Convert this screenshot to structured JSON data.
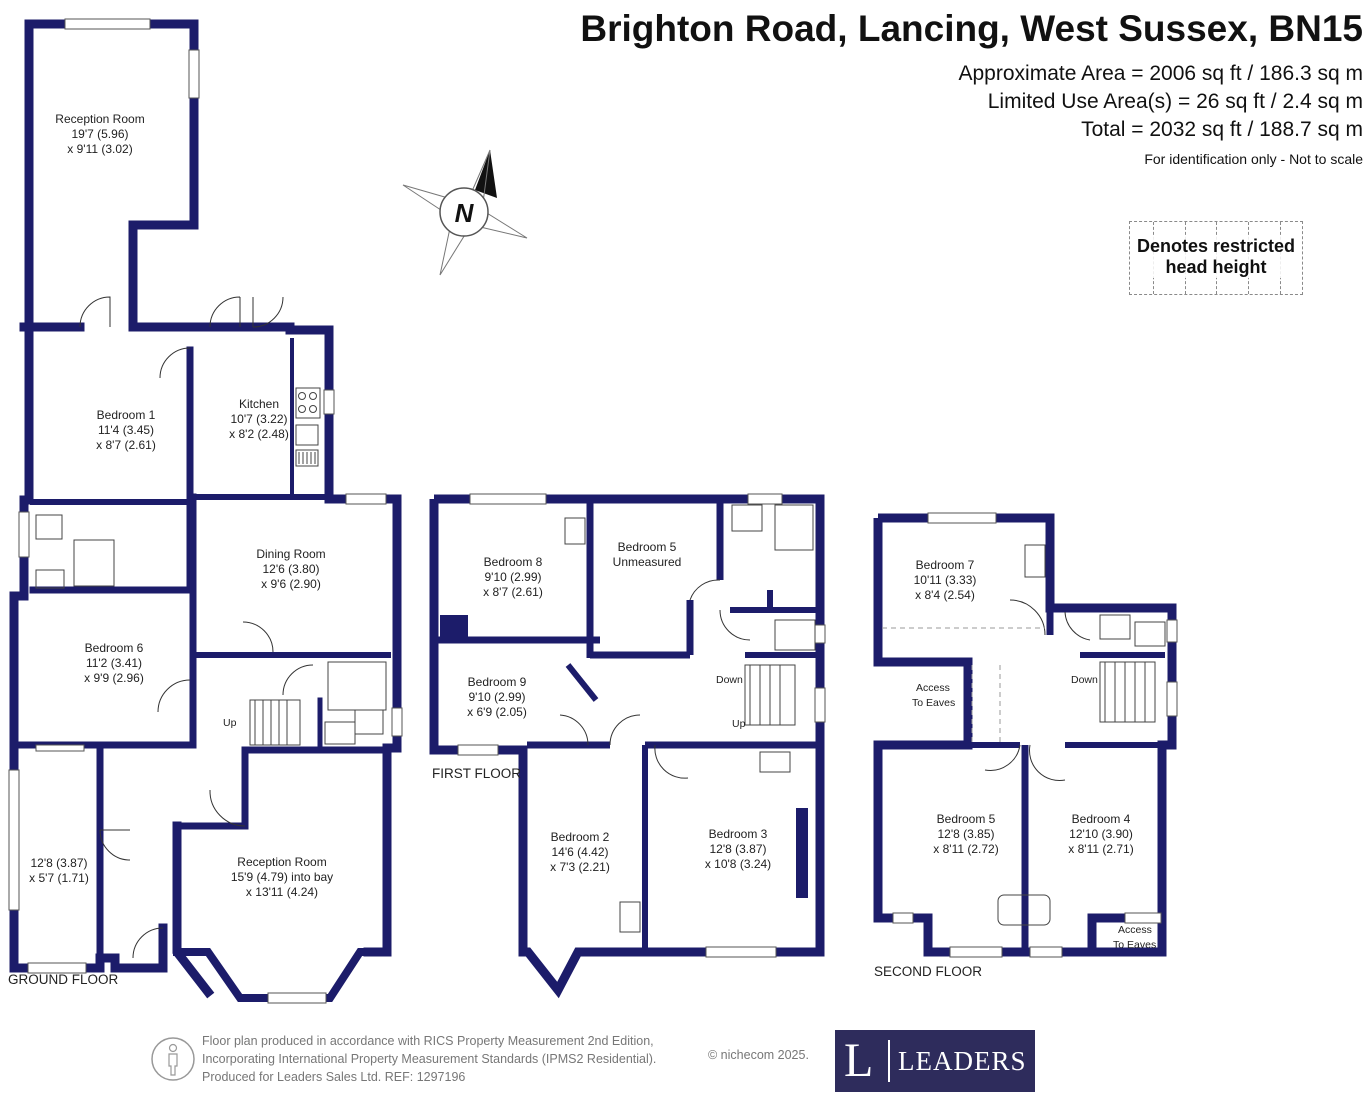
{
  "header": {
    "title": "Brighton Road, Lancing, West Sussex, BN15",
    "area_lines": [
      "Approximate Area = 2006 sq ft / 186.3 sq m",
      "Limited Use Area(s) = 26 sq ft / 2.4 sq m",
      "Total = 2032 sq ft / 188.7 sq m"
    ],
    "note": "For identification only - Not to scale"
  },
  "legend": {
    "line1": "Denotes restricted",
    "line2": "head height"
  },
  "compass": {
    "label": "N"
  },
  "floors": {
    "ground": "GROUND FLOOR",
    "first": "FIRST FLOOR",
    "second": "SECOND FLOOR"
  },
  "rooms": {
    "g_reception1": [
      "Reception Room",
      "19'7 (5.96)",
      "x 9'11 (3.02)"
    ],
    "g_bedroom1": [
      "Bedroom 1",
      "11'4 (3.45)",
      "x 8'7 (2.61)"
    ],
    "g_kitchen": [
      "Kitchen",
      "10'7 (3.22)",
      "x 8'2 (2.48)"
    ],
    "g_dining": [
      "Dining Room",
      "12'6 (3.80)",
      "x 9'6 (2.90)"
    ],
    "g_bedroom6": [
      "Bedroom 6",
      "11'2 (3.41)",
      "x 9'9 (2.96)"
    ],
    "g_room": [
      "12'8 (3.87)",
      "x 5'7 (1.71)"
    ],
    "g_reception2": [
      "Reception Room",
      "15'9 (4.79) into bay",
      "x 13'11 (4.24)"
    ],
    "f_bedroom8": [
      "Bedroom 8",
      "9'10 (2.99)",
      "x 8'7 (2.61)"
    ],
    "f_bedroom5": [
      "Bedroom 5",
      "Unmeasured"
    ],
    "f_bedroom9": [
      "Bedroom 9",
      "9'10 (2.99)",
      "x 6'9 (2.05)"
    ],
    "f_bedroom2": [
      "Bedroom 2",
      "14'6 (4.42)",
      "x 7'3 (2.21)"
    ],
    "f_bedroom3": [
      "Bedroom 3",
      "12'8 (3.87)",
      "x 10'8 (3.24)"
    ],
    "s_bedroom7": [
      "Bedroom 7",
      "10'11 (3.33)",
      "x 8'4 (2.54)"
    ],
    "s_bedroom5": [
      "Bedroom 5",
      "12'8 (3.85)",
      "x 8'11 (2.72)"
    ],
    "s_bedroom4": [
      "Bedroom 4",
      "12'10 (3.90)",
      "x 8'11 (2.71)"
    ]
  },
  "labels": {
    "up": "Up",
    "down": "Down",
    "access1": "Access",
    "access2": "To Eaves"
  },
  "footer": {
    "lines": [
      "Floor plan produced in accordance with RICS Property Measurement 2nd Edition,",
      "Incorporating International Property Measurement Standards (IPMS2 Residential).",
      "Produced for Leaders Sales Ltd.   REF:  1297196"
    ],
    "copyright": "© nichecom 2025."
  },
  "logo": {
    "letter": "L",
    "word": "LEADERS"
  },
  "colors": {
    "wall": "#1c1c6a",
    "logo_bg": "#2e2c5c"
  }
}
